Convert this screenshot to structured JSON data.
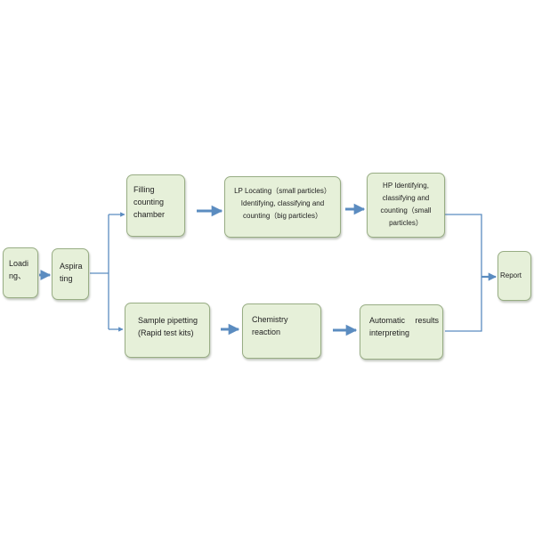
{
  "diagram": {
    "nodes": {
      "loading": {
        "label": "Loadi\nng、"
      },
      "aspirating": {
        "label": "Aspira\nting"
      },
      "filling": {
        "label": "Filling\ncounting\nchamber"
      },
      "lp": {
        "label": "LP Locating（small particles）\nIdentifying, classifying and\ncounting（big particles）"
      },
      "hp": {
        "label": "HP Identifying,\nclassifying and\ncounting（small\nparticles）"
      },
      "report": {
        "label": "Report"
      },
      "sample": {
        "label": "Sample pipetting\n(Rapid test kits)"
      },
      "chemistry": {
        "label": "Chemistry\nreaction"
      },
      "auto": {
        "line1_left": "Automatic",
        "line1_right": "results",
        "line2": "interpreting"
      }
    },
    "colors": {
      "box_fill": "#e6f0d9",
      "box_border": "#98ad84",
      "arrow": "#5b8cc0"
    },
    "edges": [
      [
        "loading",
        "aspirating"
      ],
      [
        "aspirating",
        "filling"
      ],
      [
        "aspirating",
        "sample"
      ],
      [
        "filling",
        "lp"
      ],
      [
        "lp",
        "hp"
      ],
      [
        "hp",
        "report"
      ],
      [
        "sample",
        "chemistry"
      ],
      [
        "chemistry",
        "auto"
      ],
      [
        "auto",
        "report"
      ]
    ]
  }
}
